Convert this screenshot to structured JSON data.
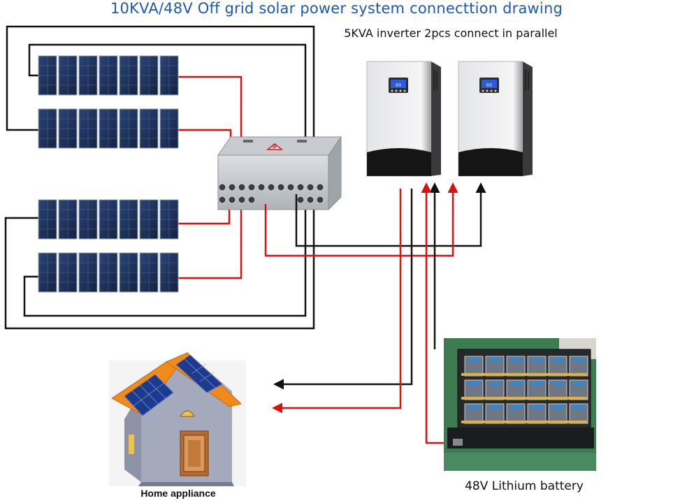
{
  "title": "10KVA/48V Off grid  solar power system connecttion drawing",
  "subtitle": "5KVA inverter 2pcs connect in parallel",
  "inverter": {
    "quantity": 2
  },
  "pv_array": {
    "strings": 4,
    "panels_per_string": 7
  },
  "labels": {
    "home": "Home appliance",
    "battery": "48V Lithium battery"
  },
  "colors": {
    "title": "#1f5aa8",
    "positive_wire": "#e01010",
    "negative_wire": "#111111",
    "panel": "#1c2f5c",
    "roof": "#f08a1a",
    "house_wall": "#9ea3b6"
  },
  "icons": [
    "solar-panel-icon",
    "combiner-box-icon",
    "inverter-icon",
    "house-icon",
    "battery-icon"
  ]
}
